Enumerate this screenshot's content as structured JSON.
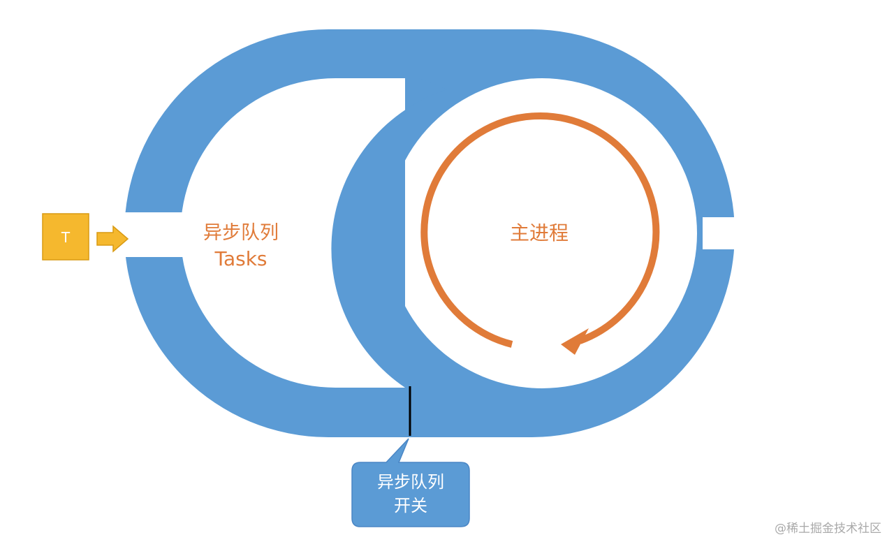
{
  "diagram": {
    "async_queue": {
      "line1": "异步队列",
      "line2": "Tasks"
    },
    "main_process": {
      "label": "主进程"
    },
    "task_box": {
      "label": "T"
    },
    "switch_callout": {
      "line1": "异步队列",
      "line2": "开关"
    }
  },
  "colors": {
    "loop_blue": "#5b9bd5",
    "callout_blue": "#5b9bd5",
    "callout_border": "#4a86c5",
    "arrow_orange": "#e07b39",
    "label_orange": "#e07b39",
    "task_yellow": "#f5b82e",
    "task_border": "#d99a12",
    "switch_line": "#000000"
  },
  "watermark": {
    "text": "@稀土掘金技术社区"
  }
}
